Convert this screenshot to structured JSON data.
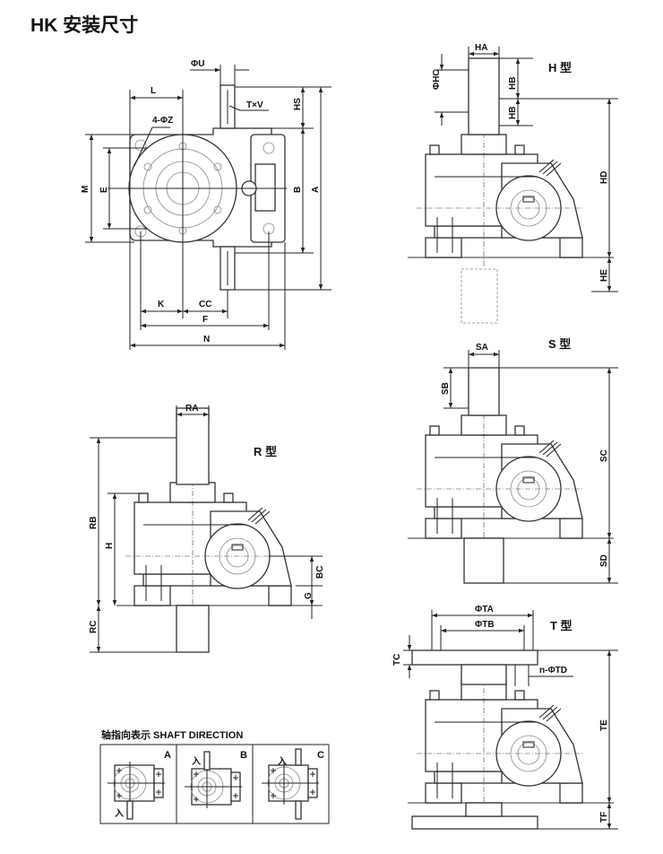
{
  "title": "HK 安装尺寸",
  "top_view": {
    "phiU": "ΦU",
    "L": "L",
    "Z": "4-ΦZ",
    "TV": "T×V",
    "HS": "HS",
    "M": "M",
    "E": "E",
    "B": "B",
    "A": "A",
    "K": "K",
    "CC": "CC",
    "F": "F",
    "N": "N"
  },
  "h_type": {
    "name": "H 型",
    "HC": "ΦHC",
    "HA": "HA",
    "HB1": "HB",
    "HB2": "HB",
    "HD": "HD",
    "HE": "HE"
  },
  "s_type": {
    "name": "S 型",
    "SA": "SA",
    "SB": "SB",
    "SC": "SC",
    "SD": "SD"
  },
  "r_type": {
    "name": "R 型",
    "RA": "RA",
    "RB": "RB",
    "H": "H",
    "RC": "RC",
    "BC": "BC",
    "G": "G"
  },
  "t_type": {
    "name": "T 型",
    "TA": "ΦTA",
    "TB": "ΦTB",
    "TC": "TC",
    "TD": "n-ΦTD",
    "TE": "TE",
    "TF": "TF"
  },
  "shaft_direction": {
    "title": "轴指向表示 SHAFT DIRECTION",
    "panels": [
      {
        "label": "A",
        "input": "入"
      },
      {
        "label": "B",
        "input": "入"
      },
      {
        "label": "C",
        "input": "入"
      }
    ]
  }
}
